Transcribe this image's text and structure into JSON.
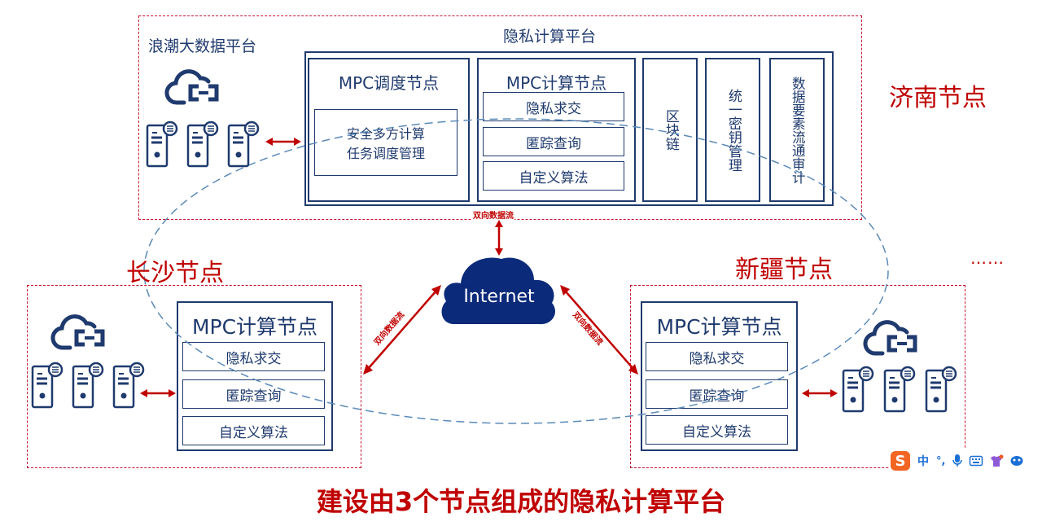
{
  "colors": {
    "red": "#c00000",
    "navy": "#1f3a6e",
    "cloud_fill": "#0b2a7a",
    "ellipse_dash": "#5b8ab8",
    "title_red": "#c00000"
  },
  "jinan": {
    "node_label": "济南节点",
    "platform_label": "浪潮大数据平台",
    "privacy_platform_title": "隐私计算平台",
    "scheduler": {
      "title": "MPC调度节点",
      "box_line1": "安全多方计算",
      "box_line2": "任务调度管理"
    },
    "compute": {
      "title": "MPC计算节点",
      "functions": [
        "隐私求交",
        "匿踪查询",
        "自定义算法"
      ]
    },
    "columns": [
      "区块链",
      "统一密钥管理",
      "数据要素流通审计"
    ],
    "flow_label": "双向数据流"
  },
  "changsha": {
    "node_label": "长沙节点",
    "compute": {
      "title": "MPC计算节点",
      "functions": [
        "隐私求交",
        "匿踪查询",
        "自定义算法"
      ]
    },
    "flow_label": "双向数据流"
  },
  "xinjiang": {
    "node_label": "新疆节点",
    "compute": {
      "title": "MPC计算节点",
      "functions": [
        "隐私求交",
        "匿踪查询",
        "自定义算法"
      ]
    },
    "flow_label": "双向数据流"
  },
  "internet": {
    "label": "Internet"
  },
  "more_indicator": "……",
  "bottom_title": "建设由3个节点组成的隐私计算平台",
  "ime_toolbar": {
    "logo": "S",
    "mode": "中",
    "punct": "°,",
    "icons": [
      "sogou-logo-icon",
      "chinese-mode-icon",
      "punctuation-icon",
      "microphone-icon",
      "keyboard-icon",
      "skin-icon",
      "game-icon"
    ]
  }
}
